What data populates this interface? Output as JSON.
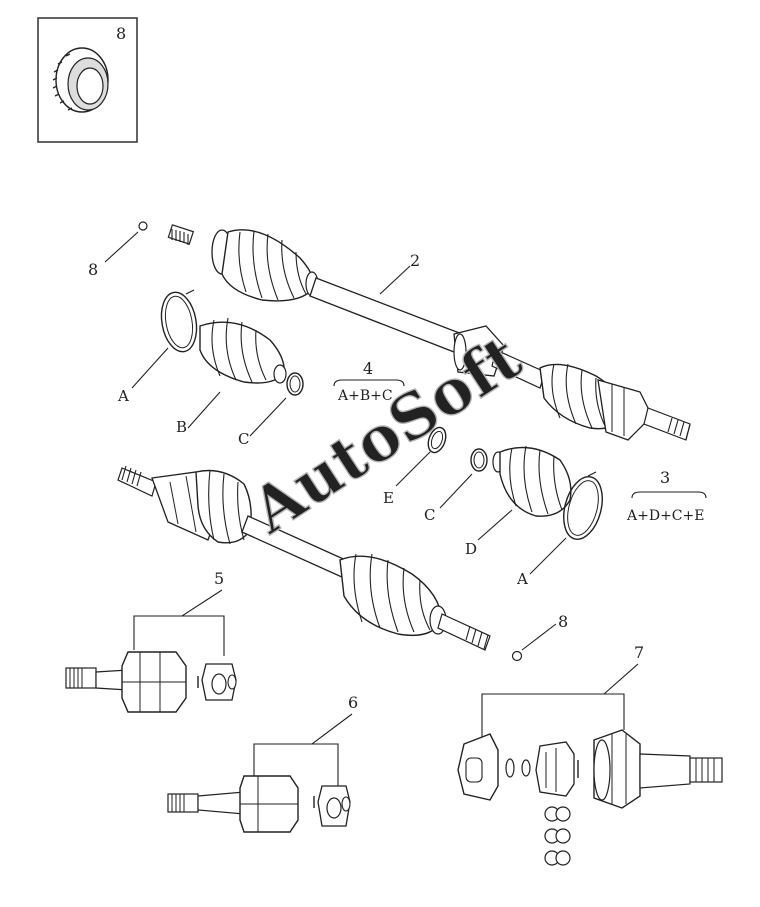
{
  "callouts": {
    "inset_8": "8",
    "left_8": "8",
    "right_8": "8",
    "shaft_2": "2",
    "kit_4": "4",
    "kit_3": "3",
    "joint_5": "5",
    "joint_6": "6",
    "joint_7": "7"
  },
  "letters": {
    "upper_A": "A",
    "upper_B": "B",
    "upper_C": "C",
    "lower_E": "E",
    "lower_C": "C",
    "lower_D": "D",
    "lower_A": "A"
  },
  "formulas": {
    "kit_4": "A+B+C",
    "kit_3": "A+D+C+E"
  },
  "watermark": "AutoSoft"
}
